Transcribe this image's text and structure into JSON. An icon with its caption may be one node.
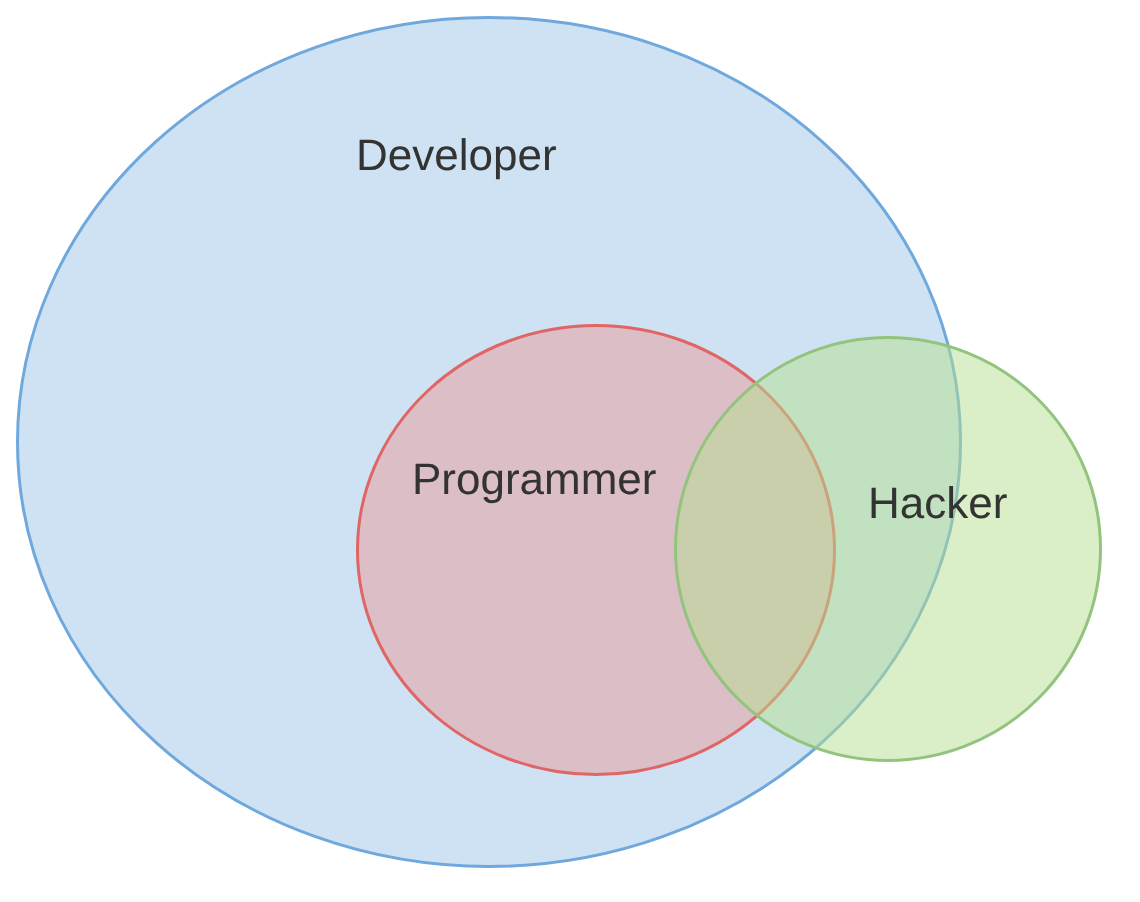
{
  "diagram": {
    "nodes": [
      {
        "text": [
          "Developer"
        ]
      },
      {
        "text": [
          "Programmer"
        ],
        "in": 0
      },
      {
        "text": [
          "Hacker"
        ]
      }
    ]
  }
}
